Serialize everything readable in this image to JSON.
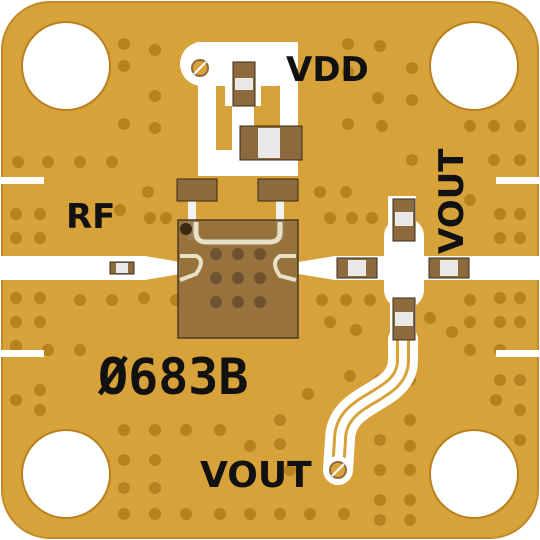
{
  "labels": {
    "vdd": "VDD",
    "rf": "RF",
    "vout_right": "VOUT",
    "vout_bottom": "VOUT",
    "part_number": "Ø683B"
  },
  "colors": {
    "board": "#D8A23A",
    "trace": "#F2F2F2",
    "via": "#B8811F",
    "component_body": "#8C6A3E",
    "silkscreen": "#111111",
    "background": "#FFFFFF"
  },
  "icons": {
    "via_pad": "slashed-circle-icon",
    "mount_hole": "circle-icon",
    "pin1_marker": "dot-icon"
  }
}
